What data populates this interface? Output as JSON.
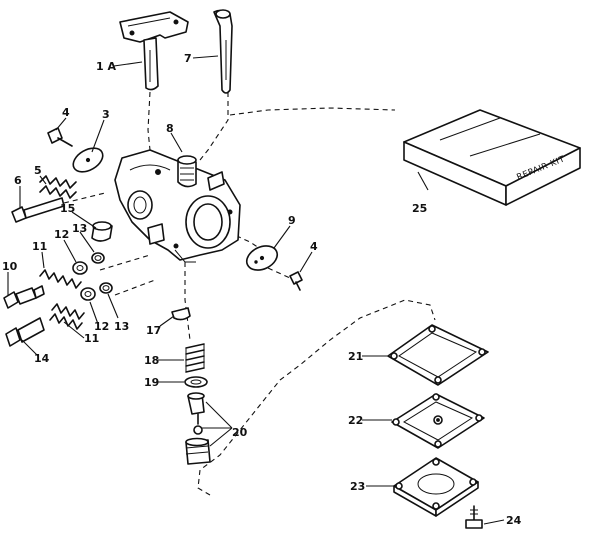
{
  "callouts": {
    "c1A": "1 A",
    "c7": "7",
    "c4a": "4",
    "c3": "3",
    "c8": "8",
    "c6": "6",
    "c5": "5",
    "c15": "15",
    "c11a": "11",
    "c12a": "12",
    "c13a": "13",
    "c10": "10",
    "c13b": "13",
    "c12b": "12",
    "c11b": "11",
    "c14": "14",
    "c9": "9",
    "c4b": "4",
    "c25": "25",
    "c17": "17",
    "c18": "18",
    "c19": "19",
    "c20": "20",
    "c21": "21",
    "c22": "22",
    "c23": "23",
    "c24": "24"
  },
  "kit_label": "REPAIR KIT"
}
